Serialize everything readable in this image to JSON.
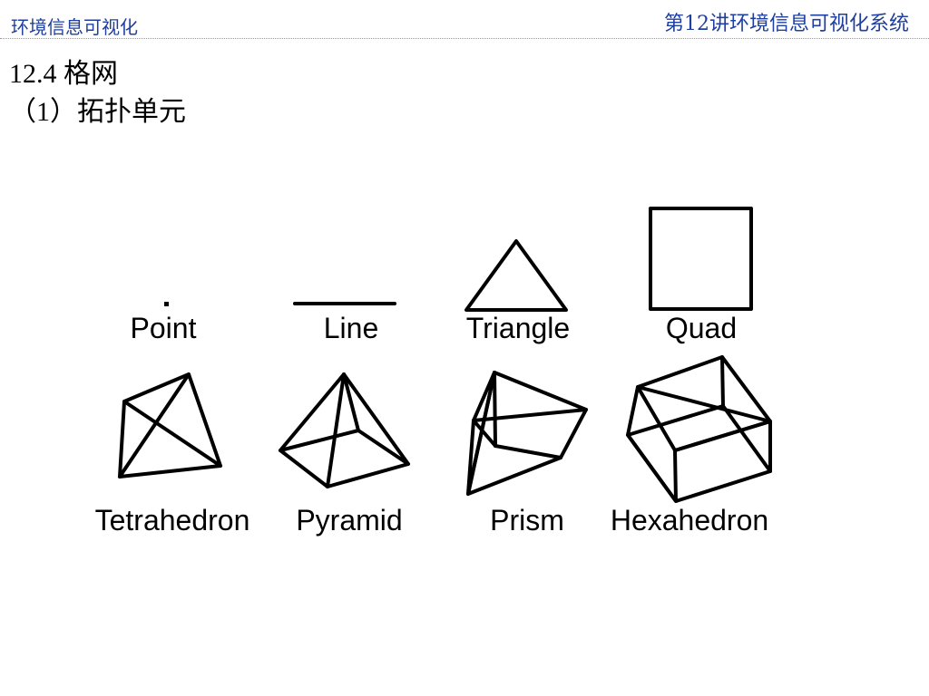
{
  "header": {
    "left_title": "环境信息可视化",
    "right_title": "第12讲环境信息可视化系统"
  },
  "slide": {
    "title": "12.4 格网",
    "subtitle": "（1）拓扑单元"
  },
  "figure": {
    "labels": {
      "point": "Point",
      "line": "Line",
      "triangle": "Triangle",
      "quad": "Quad",
      "tetrahedron": "Tetrahedron",
      "pyramid": "Pyramid",
      "prism": "Prism",
      "hexahedron": "Hexahedron"
    }
  }
}
